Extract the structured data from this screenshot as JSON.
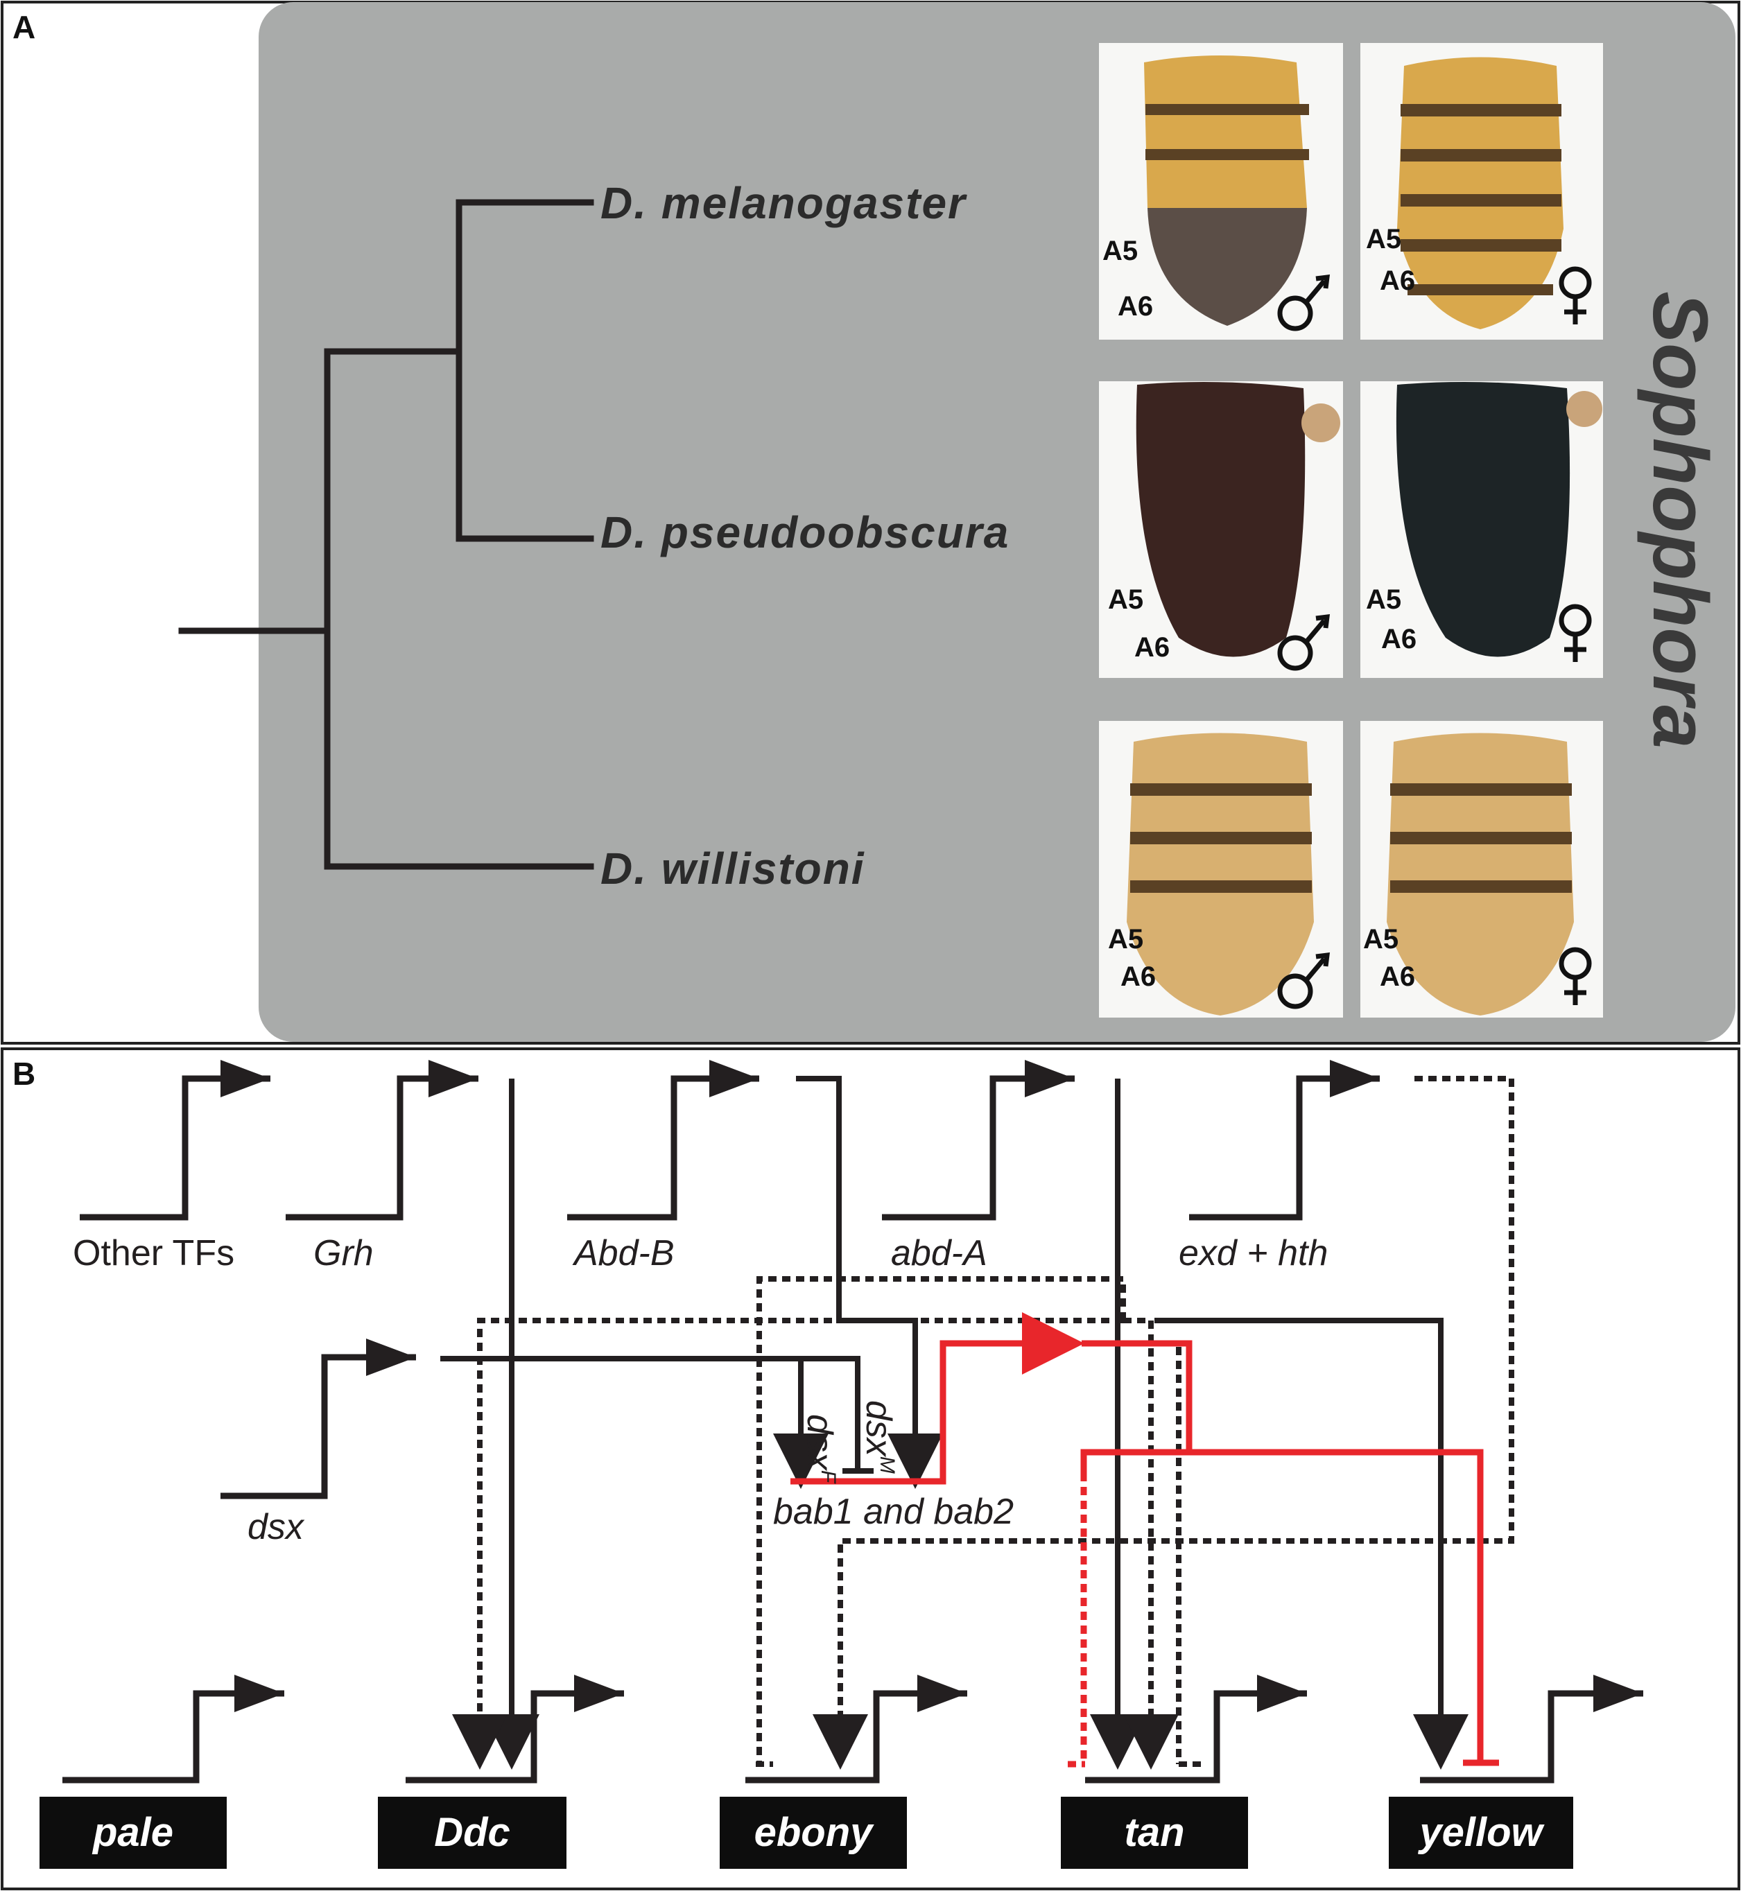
{
  "panel_a": {
    "letter": "A",
    "clade_label": "Sophophora",
    "species": [
      "D. melanogaster",
      "D. pseudoobscura",
      "D. willistoni"
    ],
    "segment_labels": {
      "a5": "A5",
      "a6": "A6"
    },
    "sex_symbols": {
      "male": "male-symbol",
      "female": "female-symbol"
    },
    "photo_colors": {
      "melanogaster_body": "#d9a84c",
      "melanogaster_dark": "#5b4e47",
      "pseudoobscura_male": "#3b2420",
      "pseudoobscura_female": "#1d2426",
      "willistoni_body": "#d8b070",
      "stripe": "#5a4124"
    }
  },
  "panel_b": {
    "letter": "B",
    "regulators": [
      "Other TFs",
      "Grh",
      "Abd-B",
      "abd-A",
      "exd + hth",
      "dsx"
    ],
    "dsx_isoforms": {
      "female": "dsx",
      "female_sup": "F",
      "male": "dsx",
      "male_sup": "M"
    },
    "bab_label": "bab1 and bab2",
    "target_genes": [
      "pale",
      "Ddc",
      "ebony",
      "tan",
      "yellow"
    ],
    "colors": {
      "activation": "#231f20",
      "bab_repression": "#e8262b",
      "gray_box": "#a9abaa"
    }
  }
}
